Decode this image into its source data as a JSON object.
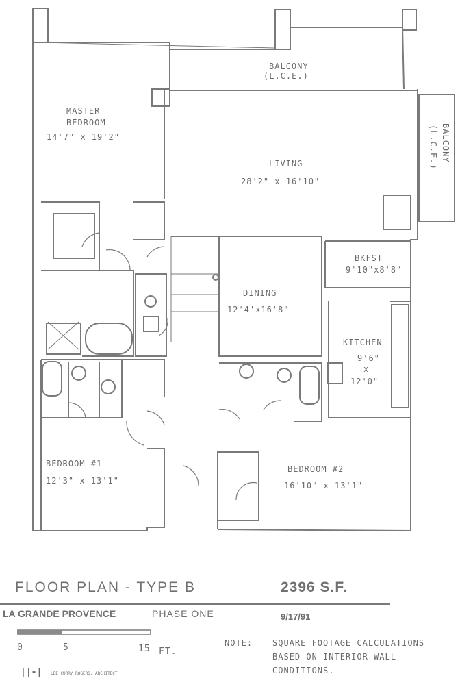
{
  "rooms": {
    "balcony_top": {
      "name": "BALCONY",
      "note": "(L.C.E.)"
    },
    "balcony_right": {
      "name": "BALCONY",
      "note": "(L.C.E.)"
    },
    "master": {
      "name_line1": "MASTER",
      "name_line2": "BEDROOM",
      "dims": "14'7\" x 19'2\""
    },
    "living": {
      "name": "LIVING",
      "dims": "28'2\" x 16'10\""
    },
    "bkfst": {
      "name": "BKFST",
      "dims": "9'10\"x8'8\""
    },
    "dining": {
      "name": "DINING",
      "dims": "12'4'x16'8\""
    },
    "kitchen": {
      "name": "KITCHEN",
      "dim1": "9'6\"",
      "dim_x": "x",
      "dim2": "12'0\""
    },
    "bedroom1": {
      "name": "BEDROOM #1",
      "dims": "12'3\" x 13'1\""
    },
    "bedroom2": {
      "name": "BEDROOM #2",
      "dims": "16'10\" x 13'1\""
    }
  },
  "footer": {
    "plan_title": "FLOOR PLAN - TYPE B",
    "area": "2396 S.F.",
    "project": "LA GRANDE PROVENCE",
    "phase": "PHASE ONE",
    "date": "9/17/91",
    "scale": {
      "t0": "0",
      "t5": "5",
      "t15": "15",
      "unit": "FT."
    },
    "note_label": "NOTE:",
    "note_line1": "SQUARE FOOTAGE CALCULATIONS",
    "note_line2": "BASED ON INTERIOR WALL",
    "note_line3": "CONDITIONS.",
    "architect_mark": "||-|",
    "architect_name": "LEE CURRY ROGERS, ARCHITECT"
  },
  "colors": {
    "ink": "#6f6f6f",
    "paper": "#ffffff"
  }
}
